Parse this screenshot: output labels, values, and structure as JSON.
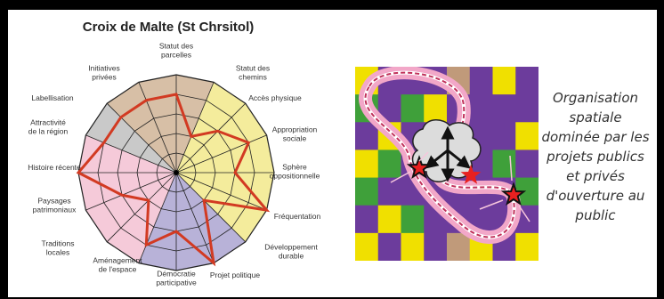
{
  "radar": {
    "title": "Croix de Malte (St Chrsitol)",
    "levels": 5,
    "axes": [
      "Statut des parcelles",
      "Statut des chemins",
      "Accès physique",
      "Appropriation sociale",
      "Sphère oppositionnelle",
      "Fréquentation",
      "Développement durable",
      "Projet politique",
      "Démocratie participative",
      "Aménagement de l'espace",
      "Traditions locales",
      "Paysages patrimoniaux",
      "Histoire récente",
      "Attractivité de la région",
      "Labellisation",
      "Initiatives privées"
    ],
    "values": [
      0.8,
      0.4,
      0.6,
      0.8,
      0.6,
      1.0,
      0.4,
      1.0,
      0.6,
      0.8,
      0.4,
      0.6,
      1.0,
      0.8,
      0.8,
      0.8
    ],
    "colors": {
      "line": "#d23a22",
      "grid": "#222222",
      "sector_brown": "#d7bfa6",
      "sector_yellow": "#f4ec9c",
      "sector_purple": "#b8b2d8",
      "sector_pink": "#f5cad9",
      "sector_grey": "#c9c9c9"
    }
  },
  "map": {
    "grid": [
      [
        "yellow",
        "purple",
        "purple",
        "purple",
        "brown",
        "purple",
        "yellow",
        "purple"
      ],
      [
        "green",
        "purple",
        "green",
        "yellow",
        "purple",
        "purple",
        "purple",
        "purple"
      ],
      [
        "purple",
        "yellow",
        "purple",
        "purple",
        "purple",
        "purple",
        "purple",
        "yellow"
      ],
      [
        "yellow",
        "green",
        "purple",
        "purple",
        "purple",
        "purple",
        "green",
        "purple"
      ],
      [
        "green",
        "purple",
        "purple",
        "purple",
        "purple",
        "purple",
        "purple",
        "green"
      ],
      [
        "purple",
        "yellow",
        "green",
        "purple",
        "purple",
        "purple",
        "purple",
        "purple"
      ],
      [
        "yellow",
        "purple",
        "yellow",
        "purple",
        "brown",
        "yellow",
        "purple",
        "yellow"
      ]
    ],
    "colors": {
      "purple": "#6c3c9c",
      "yellow": "#f0e000",
      "green": "#3fa03a",
      "brown": "#c09a7a",
      "loop": "#f2a7c8",
      "dash": "#c0305a",
      "star": "#e82020",
      "cloud": "#dcdcdc"
    }
  },
  "caption": {
    "lines": [
      "Organisation",
      "spatiale",
      "dominée par les",
      "projets publics",
      "et privés",
      "d'ouverture au",
      "public"
    ]
  }
}
